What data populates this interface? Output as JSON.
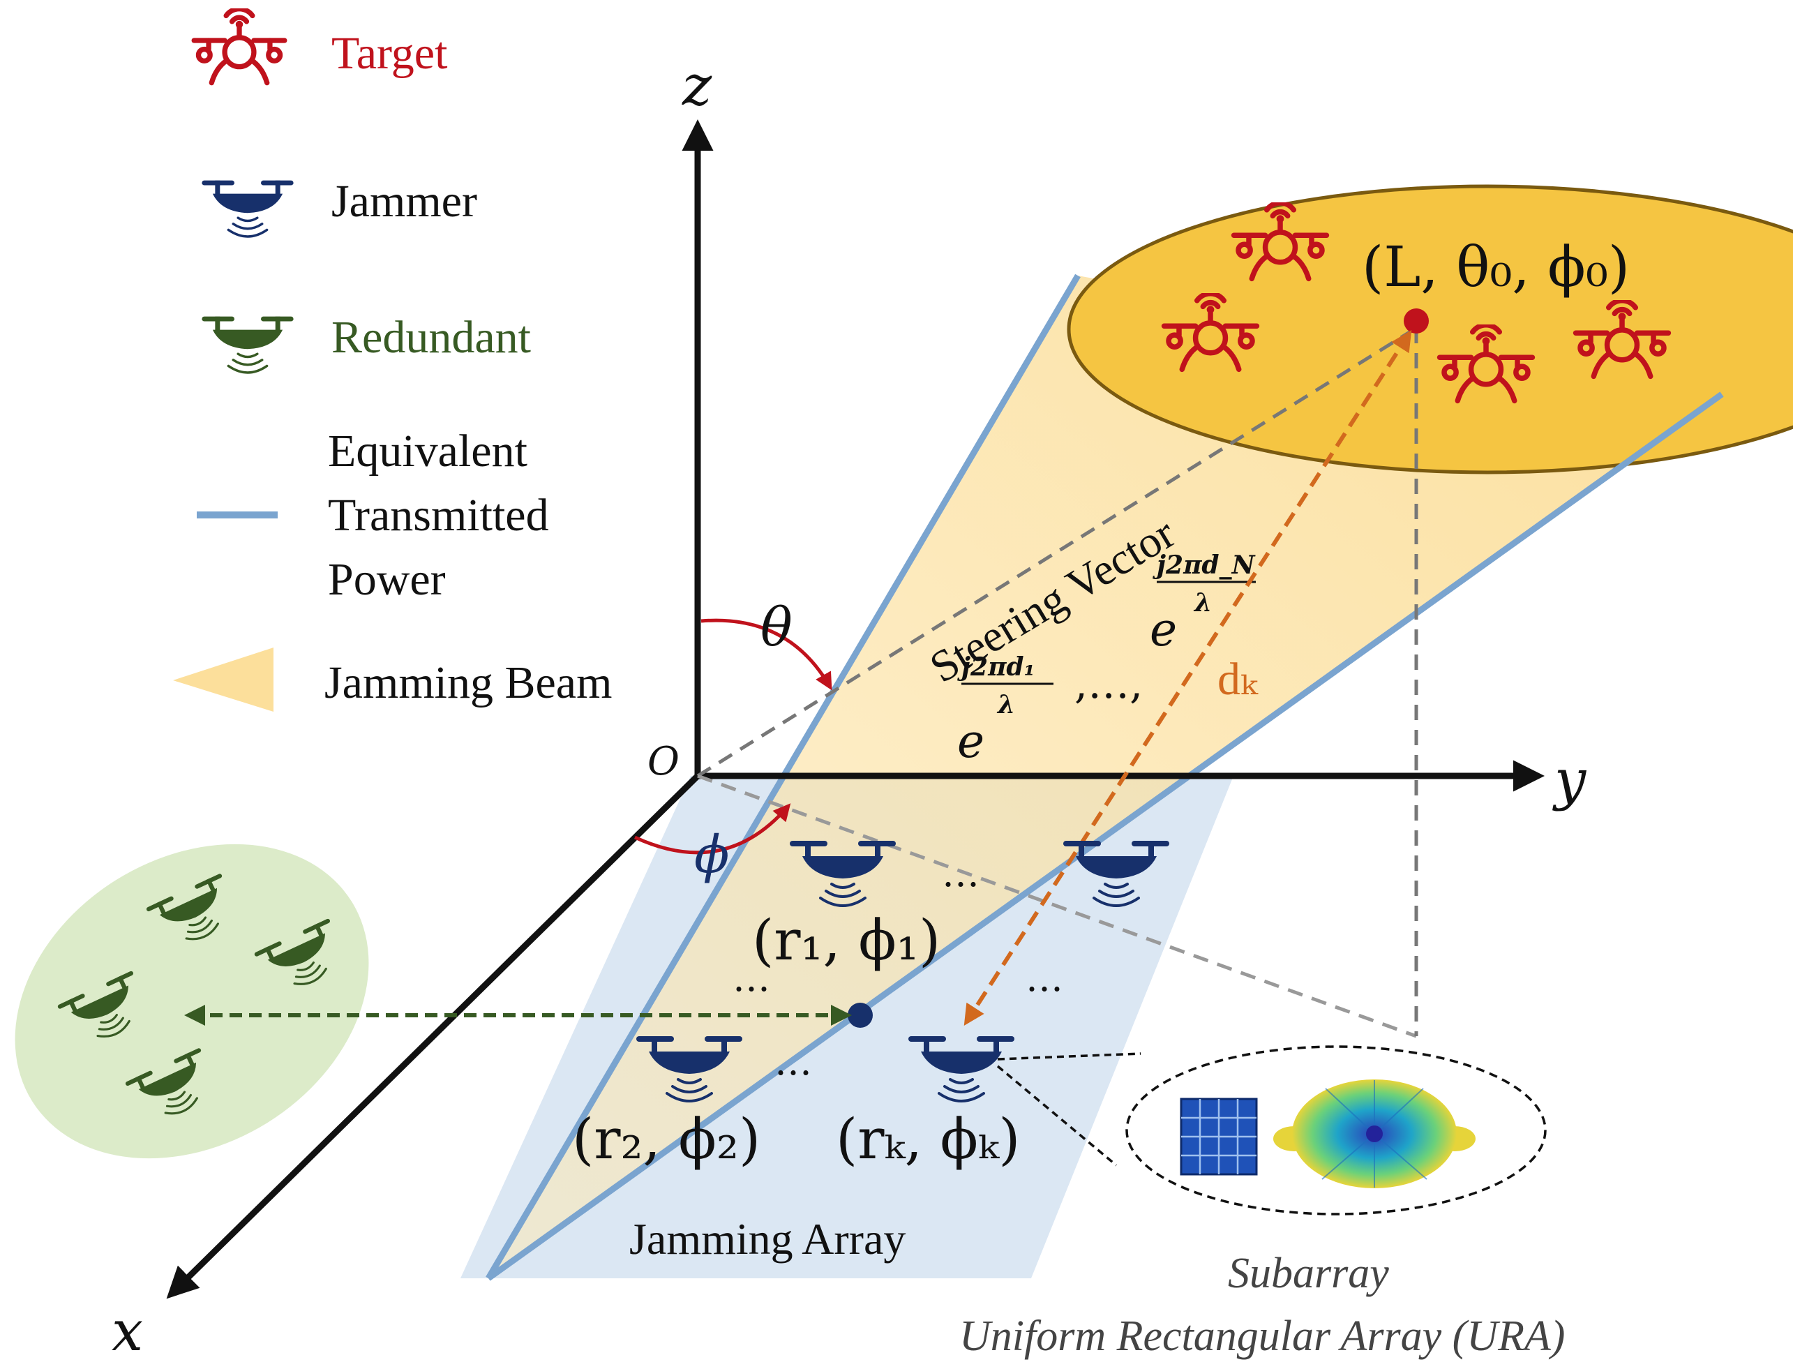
{
  "legend": {
    "target": "Target",
    "jammer": "Jammer",
    "redundant": "Redundant",
    "power_line1": "Equivalent",
    "power_line2": "Transmitted",
    "power_line3": "Power",
    "beam": "Jamming Beam"
  },
  "axes": {
    "x": "x",
    "y": "y",
    "z": "z",
    "origin": "O",
    "theta": "θ",
    "phi": "ϕ"
  },
  "labels": {
    "target_point": "(L, θ₀, ϕ₀)",
    "steering_title": "Steering Vector",
    "steering_e": "e",
    "steering_exp1": "j2πd₁",
    "steering_lambda": "λ",
    "steering_dots": ",…,",
    "steering_expN": "j2πd_N",
    "dk": "dₖ",
    "jammer1": "(r₁, ϕ₁)",
    "jammer2": "(r₂, ϕ₂)",
    "jammerk": "(rₖ, ϕₖ)",
    "dots": "…",
    "array_label": "Jamming Array",
    "subarray": "Subarray",
    "ura": "Uniform Rectangular Array (URA)"
  },
  "colors": {
    "target": "#c0121c",
    "jammer": "#17306b",
    "redundant": "#375a23",
    "power": "#7aa4cf",
    "beam": "#fbd98a",
    "array_plane": "#dbe7f3",
    "target_ellipse": "#f5c542",
    "redundant_ellipse": "#dcebc9",
    "dk_arrow": "#d2691e",
    "axis": "#111111"
  },
  "icons": [
    "target-drone-icon",
    "jammer-drone-icon",
    "redundant-drone-icon",
    "ura-grid-icon",
    "radiation-pattern-icon"
  ]
}
